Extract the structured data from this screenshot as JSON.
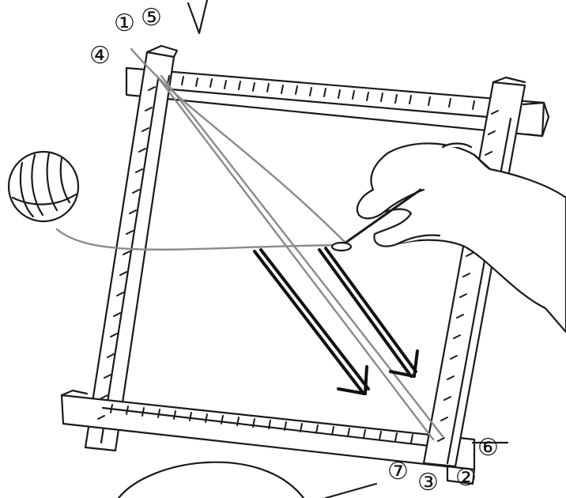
{
  "labels": {
    "n1": "①",
    "n5": "⑤",
    "n4": "④",
    "n6": "⑥",
    "n7": "⑦",
    "n3": "③",
    "n2": "②"
  },
  "colors": {
    "ink": "#1a1a1a",
    "yarn": "#8a8a8a",
    "arrow": "#111111"
  },
  "icons": {
    "yarn_ball": "yarn-ball-icon",
    "hand": "hand-icon",
    "direction_arrow": "arrow-down-right-icon"
  }
}
